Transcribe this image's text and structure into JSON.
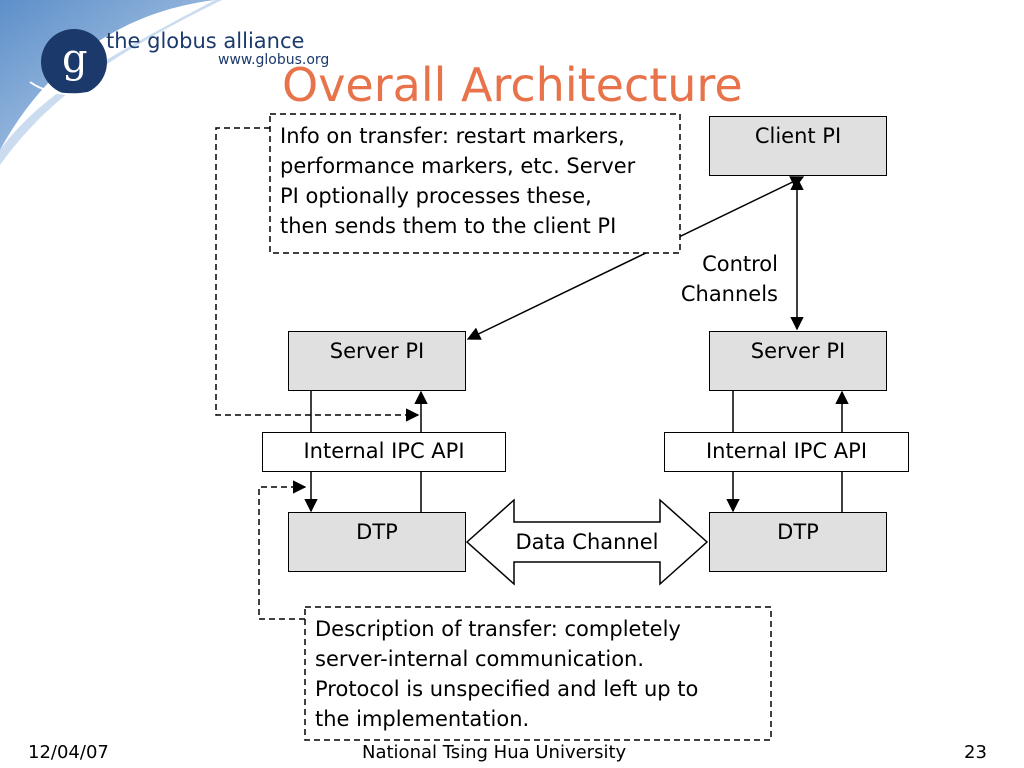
{
  "logo": {
    "name": "the globus alliance",
    "url": "www.globus.org",
    "letter": "g"
  },
  "slide": {
    "title": "Overall Architecture"
  },
  "diagram": {
    "client_pi": "Client PI",
    "server_pi_left": "Server PI",
    "server_pi_right": "Server PI",
    "ipc_left": "Internal IPC API",
    "ipc_right": "Internal IPC API",
    "dtp_left": "DTP",
    "dtp_right": "DTP",
    "data_channel": "Data Channel",
    "control_channels_line1": "Control",
    "control_channels_line2": "Channels",
    "note_top": [
      "Info on transfer: restart markers,",
      "performance markers, etc. Server",
      "PI optionally processes these,",
      "then sends them to the client PI"
    ],
    "note_bottom": [
      "Description of transfer: completely",
      "server-internal communication.",
      "Protocol is unspecified and left up to",
      "the implementation."
    ]
  },
  "footer": {
    "date": "12/04/07",
    "organization": "National Tsing Hua University",
    "page_number": "23"
  },
  "colors": {
    "title": "#e8734a",
    "logo_blue": "#1b3a6b",
    "box_fill": "#e0e0e0"
  }
}
